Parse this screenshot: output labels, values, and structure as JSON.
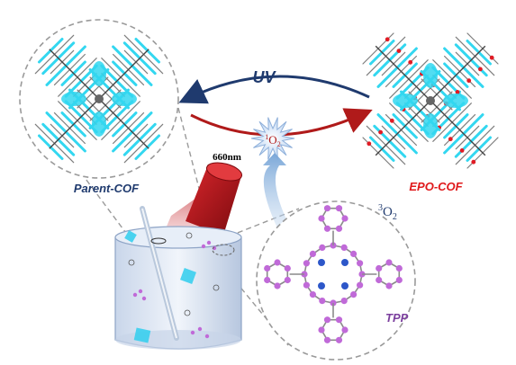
{
  "labels": {
    "uv": "UV",
    "parent_cof": "Parent-COF",
    "epo_cof": "EPO-COF",
    "tpp": "TPP",
    "wavelength": "660nm",
    "singlet_oxygen_sup": "1",
    "singlet_oxygen_base": "O",
    "singlet_oxygen_sub": "2",
    "triplet_oxygen_sup": "3",
    "triplet_oxygen_base": "O",
    "triplet_oxygen_sub": "2"
  },
  "colors": {
    "uv_arrow": "#1f3a6e",
    "red_arrow": "#b01a1a",
    "epo_label": "#e0191b",
    "parent_label": "#1f3a6e",
    "tpp_label": "#7b3f9e",
    "cof_cyan": "#33d7f0",
    "cof_gray": "#7d7d7d",
    "porphyrin_atom": "#c06ad8",
    "porphyrin_nitrogen": "#2d57c9",
    "laser_red": "#b8141a"
  },
  "icons": [
    "laser-cone",
    "starburst",
    "beaker",
    "cof-crystal",
    "porphyrin-molecule"
  ]
}
